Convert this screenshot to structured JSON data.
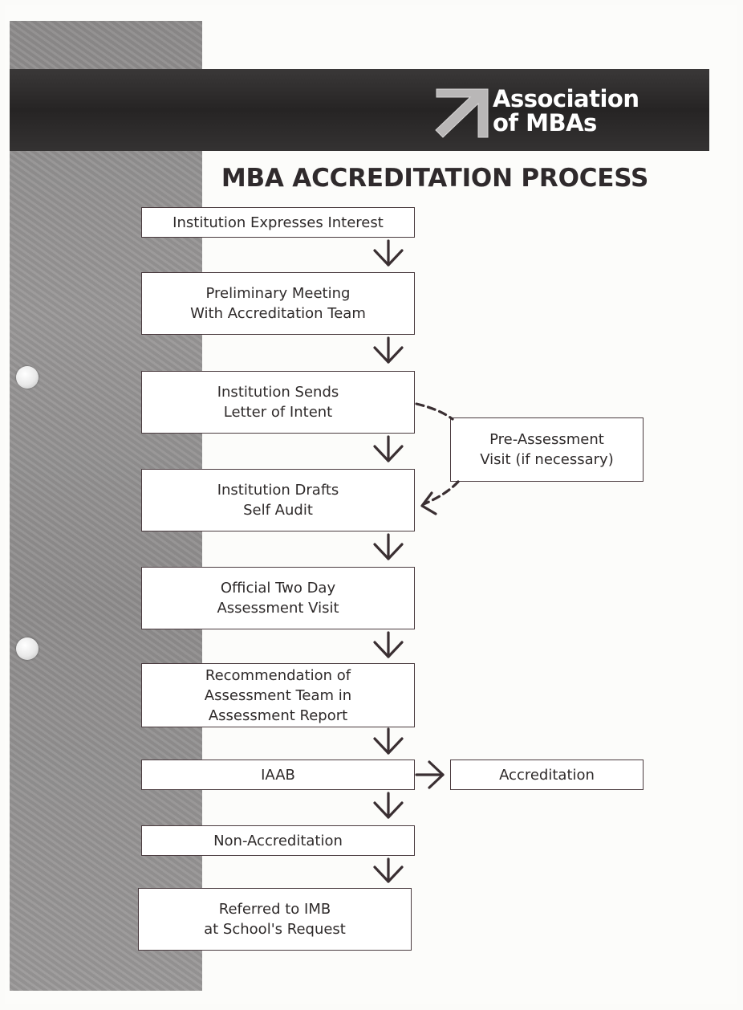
{
  "header": {
    "logo_line1": "Association",
    "logo_line2": "of MBAs",
    "title": "MBA ACCREDITATION PROCESS"
  },
  "steps": {
    "s1": "Institution Expresses Interest",
    "s2": "Preliminary Meeting\nWith Accreditation Team",
    "s3": "Institution Sends\nLetter of Intent",
    "s4": "Institution Drafts\nSelf Audit",
    "s5": "Official Two Day\nAssessment Visit",
    "s6": "Recommendation of\nAssessment Team in\nAssessment Report",
    "s7": "IAAB",
    "s8": "Non-Accreditation",
    "s9": "Referred to IMB\nat School's Request",
    "pre_assessment": "Pre-Assessment\nVisit (if necessary)",
    "accreditation": "Accreditation"
  },
  "colors": {
    "box_border": "#4a3b3f",
    "arrow": "#3a2f32",
    "banner": "#2b2929",
    "sidebar": "#959393"
  }
}
